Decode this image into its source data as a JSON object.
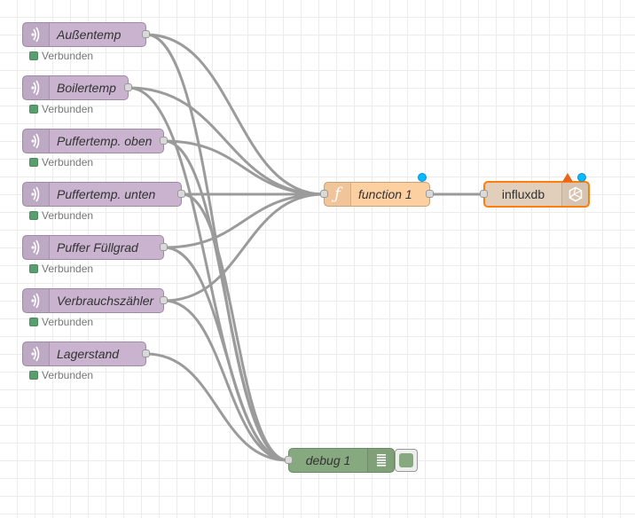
{
  "inject_nodes": [
    {
      "label": "Außentemp",
      "status": "Verbunden"
    },
    {
      "label": "Boilertemp",
      "status": "Verbunden"
    },
    {
      "label": "Puffertemp. oben",
      "status": "Verbunden"
    },
    {
      "label": "Puffertemp. unten",
      "status": "Verbunden"
    },
    {
      "label": "Puffer Füllgrad",
      "status": "Verbunden"
    },
    {
      "label": "Verbrauchszähler",
      "status": "Verbunden"
    },
    {
      "label": "Lagerstand",
      "status": "Verbunden"
    }
  ],
  "function_node": {
    "label": "function 1",
    "icon": "function-icon"
  },
  "influx_node": {
    "label": "influxdb",
    "icon": "database-icon"
  },
  "debug_node": {
    "label": "debug 1",
    "icon": "debug-list-icon"
  },
  "colors": {
    "inject": "#c9b3cf",
    "function": "#fdd0a2",
    "influx": "#e2cfbb",
    "influx_border": "#ff7f0e",
    "debug": "#87a980",
    "status_connected": "#5a9e6f",
    "changed_marker": "#00bcff",
    "warning_marker": "#e9651c",
    "wire": "#9b9b9b"
  }
}
